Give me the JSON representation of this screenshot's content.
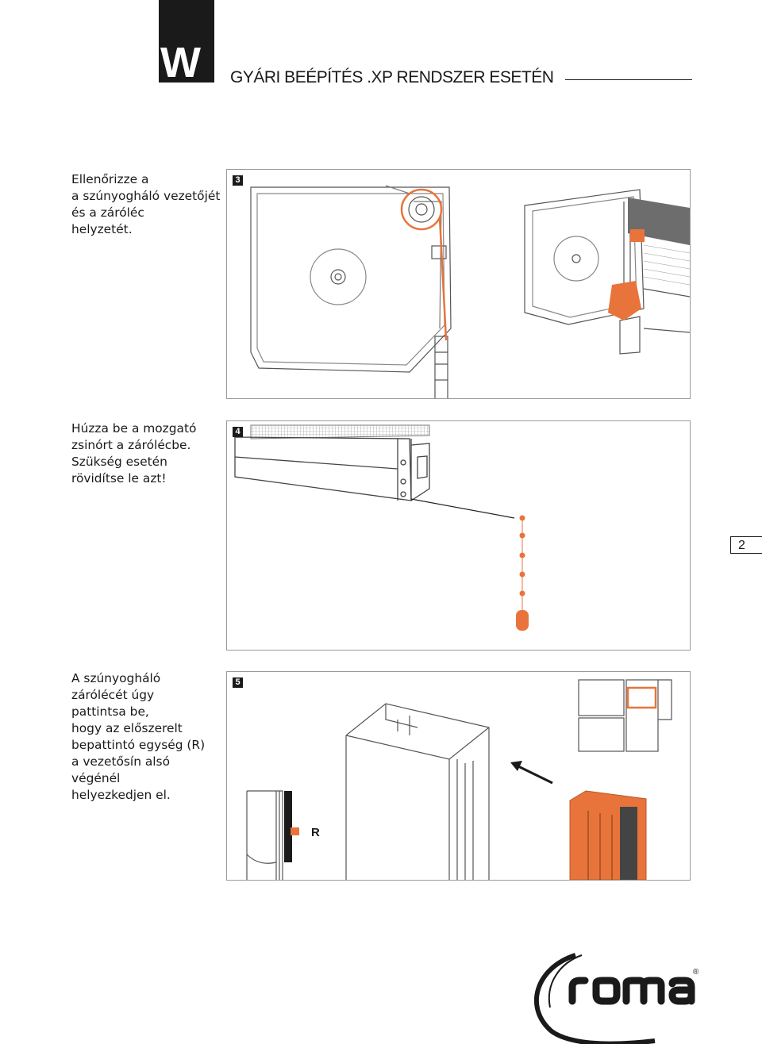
{
  "header": {
    "tab_letter": "W",
    "title": "GYÁRI BEÉPÍTÉS .XP RENDSZER ESETÉN"
  },
  "steps": [
    {
      "number": "3",
      "lines": [
        "Ellenőrizze a",
        "a szúnyogháló vezetőjét",
        "és a záróléc",
        "helyzetét."
      ]
    },
    {
      "number": "4",
      "lines": [
        "Húzza be a mozgató",
        "zsinórt a zárólécbe.",
        "Szükség esetén",
        "rövidítse le azt!"
      ]
    },
    {
      "number": "5",
      "lines": [
        "A szúnyogháló",
        "zárólécét úgy",
        "pattintsa be,",
        "hogy az előszerelt",
        "bepattintó egység (R)",
        "a vezetősín alsó",
        "végénél",
        "helyezkedjen el."
      ],
      "callout_label": "R"
    }
  ],
  "page_number": "2",
  "brand": {
    "name": "roma",
    "registered_mark": "®"
  },
  "colors": {
    "accent": "#e8743b",
    "ink": "#1a1a1a",
    "frame": "#9a9a9a"
  }
}
